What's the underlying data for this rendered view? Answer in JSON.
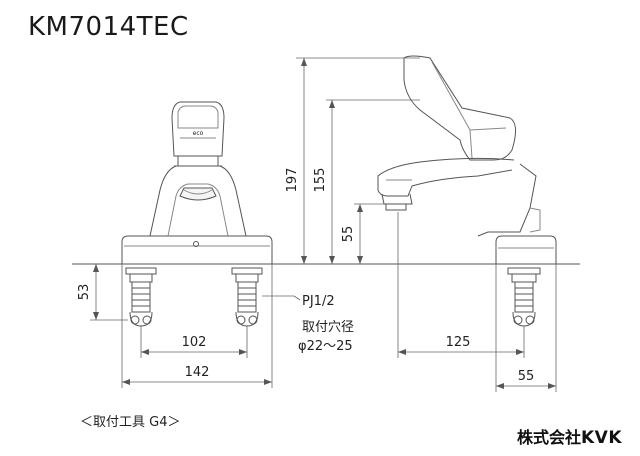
{
  "title": "KM7014TEC",
  "footer": {
    "tool_note": "＜取付工具 G4＞",
    "brand_jp": "株式会社",
    "brand_en": "KVK"
  },
  "dimensions": {
    "height_total": "197",
    "height_spout": "155",
    "height_outlet": "55",
    "below_deck": "53",
    "pitch_inner": "102",
    "pitch_outer": "142",
    "reach": "125",
    "base_width": "55"
  },
  "annotations": {
    "thread": "PJ1/2",
    "hole_label": "取付穴径",
    "hole_size": "φ22～25"
  },
  "front_view": {
    "logo_text": "eco"
  },
  "colors": {
    "line": "#555555",
    "dim": "#666666",
    "text": "#222222"
  }
}
